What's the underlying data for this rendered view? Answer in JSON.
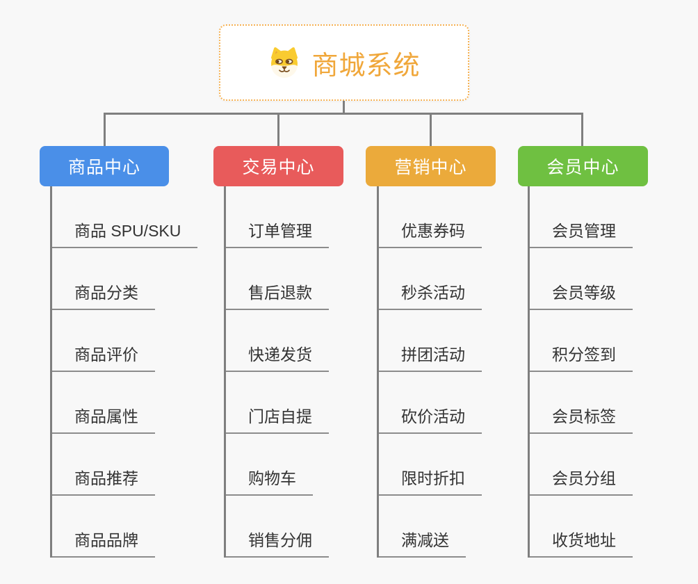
{
  "app": {
    "background": "#f8f8f8",
    "connector_color": "#7f7f7f",
    "underline_color": "#8c8c8c"
  },
  "root": {
    "title": "商城系统",
    "icon": "dog-face-icon",
    "text_color": "#f0a73a",
    "border_color": "#f6b254"
  },
  "branches": [
    {
      "label": "商品中心",
      "color": "#4a8fe8",
      "children": [
        "商品 SPU/SKU",
        "商品分类",
        "商品评价",
        "商品属性",
        "商品推荐",
        "商品品牌"
      ]
    },
    {
      "label": "交易中心",
      "color": "#e85b5b",
      "children": [
        "订单管理",
        "售后退款",
        "快递发货",
        "门店自提",
        "购物车",
        "销售分佣"
      ]
    },
    {
      "label": "营销中心",
      "color": "#ebaa3b",
      "children": [
        "优惠券码",
        "秒杀活动",
        "拼团活动",
        "砍价活动",
        "限时折扣",
        "满减送"
      ]
    },
    {
      "label": "会员中心",
      "color": "#6fc041",
      "children": [
        "会员管理",
        "会员等级",
        "积分签到",
        "会员标签",
        "会员分组",
        "收货地址"
      ]
    }
  ]
}
